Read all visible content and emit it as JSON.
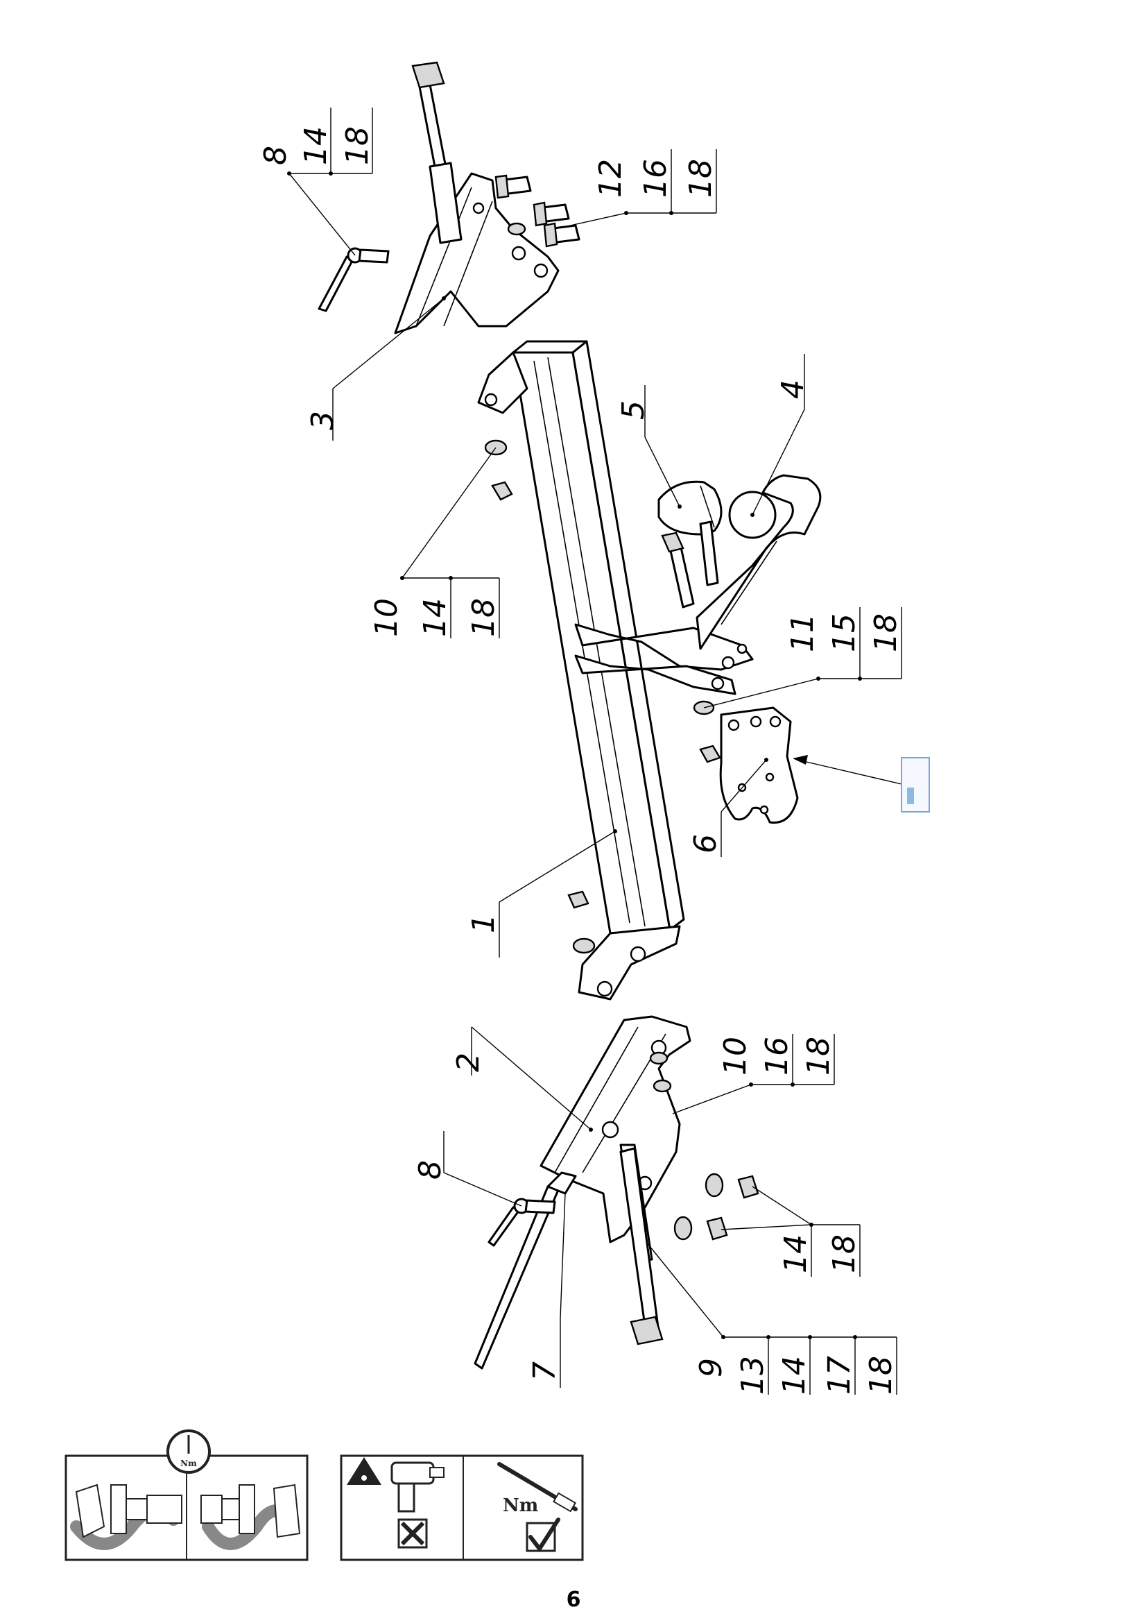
{
  "page": {
    "number": "6"
  },
  "callouts": [
    {
      "id": "c1",
      "lines": [
        "1"
      ]
    },
    {
      "id": "c2",
      "lines": [
        "2"
      ]
    },
    {
      "id": "c3",
      "lines": [
        "3"
      ]
    },
    {
      "id": "c4",
      "lines": [
        "4"
      ]
    },
    {
      "id": "c5",
      "lines": [
        "5"
      ]
    },
    {
      "id": "c6",
      "lines": [
        "6"
      ]
    },
    {
      "id": "c7",
      "lines": [
        "7"
      ]
    },
    {
      "id": "c8a",
      "lines": [
        "8",
        "14",
        "18"
      ]
    },
    {
      "id": "c8b",
      "lines": [
        "8"
      ]
    },
    {
      "id": "c9",
      "lines": [
        "9",
        "13",
        "14",
        "17",
        "18"
      ]
    },
    {
      "id": "c10a",
      "lines": [
        "10",
        "14",
        "18"
      ]
    },
    {
      "id": "c10b",
      "lines": [
        "10",
        "16",
        "18"
      ]
    },
    {
      "id": "c11",
      "lines": [
        "11",
        "15",
        "18"
      ]
    },
    {
      "id": "c12",
      "lines": [
        "12",
        "16",
        "18"
      ]
    },
    {
      "id": "c14",
      "lines": [
        "14",
        "18"
      ]
    }
  ],
  "icons": {
    "torque_symbol_label": "Nm",
    "wrench_label": "Nm",
    "items": [
      "torque-sequence-icon",
      "warning-icon",
      "impact-wrench-icon",
      "cross-icon",
      "torque-wrench-icon",
      "check-icon"
    ]
  }
}
